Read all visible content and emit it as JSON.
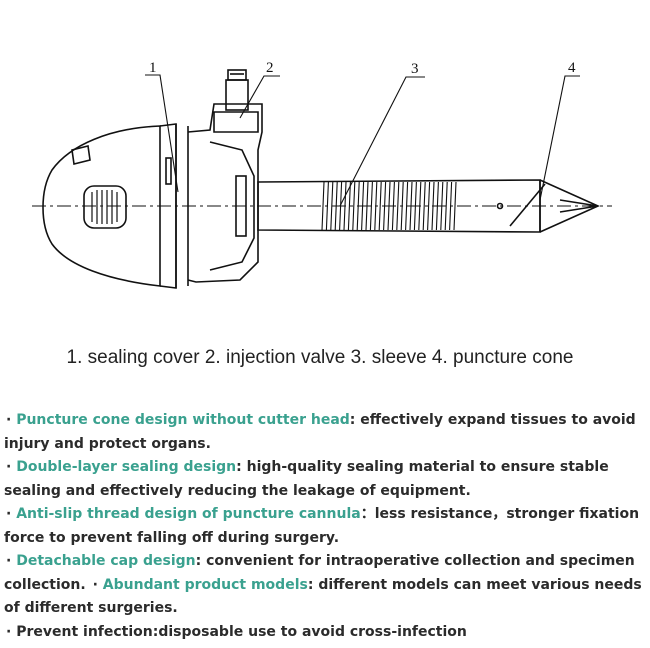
{
  "figure": {
    "callouts": [
      "1",
      "2",
      "3",
      "4"
    ],
    "caption": "1. sealing cover 2. injection valve 3. sleeve 4. puncture cone"
  },
  "features": [
    {
      "bullet": "·",
      "title": "Puncture cone design without cutter head",
      "sep": ": ",
      "text": "effectively expand tissues to avoid injury and protect organs."
    },
    {
      "bullet": "·",
      "title": "Double-layer sealing design",
      "sep": ": ",
      "text": "high-quality sealing material to ensure stable sealing and effectively reducing the leakage of equipment."
    },
    {
      "bullet": "·",
      "title": "Anti-slip thread design of puncture cannula",
      "sep": "：",
      "text": "less resistance，stronger fixation force to prevent falling off during surgery."
    },
    {
      "bullet": "·",
      "title": "Detachable cap design",
      "sep": ": ",
      "text": "convenient for intraoperative collection and specimen collection."
    },
    {
      "bullet": "·",
      "title": "Abundant product models",
      "sep": ": ",
      "text": "different models can meet various needs of different surgeries."
    },
    {
      "bullet": "·",
      "title": "",
      "sep": "",
      "text": "Prevent infection:disposable use to avoid cross-infection"
    }
  ]
}
